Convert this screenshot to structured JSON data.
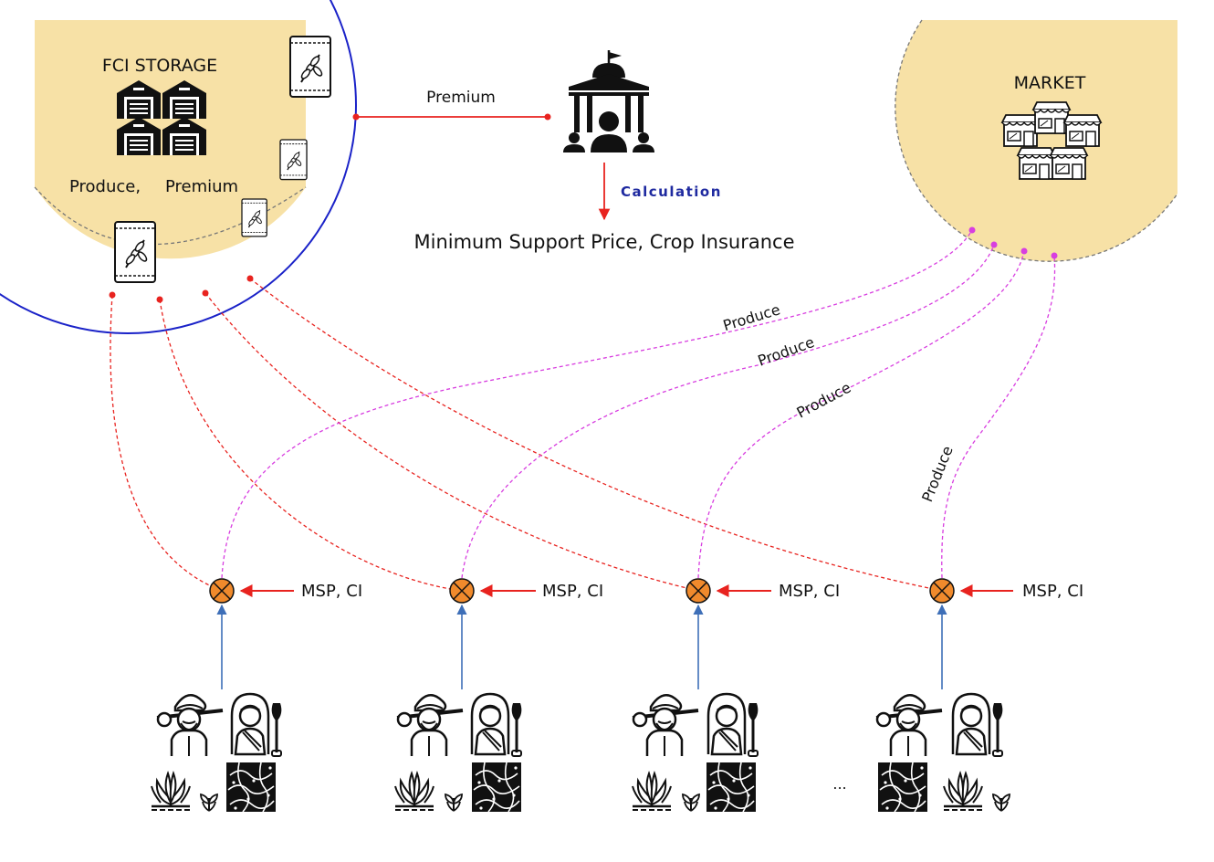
{
  "colors": {
    "storage_fill": "#f7e1a6",
    "outer_ring": "#1a22c8",
    "msp_flow": "#e8231f",
    "produce_flow": "#d83ee0",
    "farmer_arrow": "#3e6fb8",
    "node_fill": "#f08a2c",
    "calc_text": "#1f2aa0"
  },
  "storage": {
    "title": "FCI STORAGE",
    "produce_label": "Produce,",
    "premium_label": "Premium"
  },
  "market": {
    "title": "MARKET"
  },
  "government": {
    "premium_label": "Premium",
    "calculation_label": "Calculation",
    "output_label": "Minimum Support Price, Crop Insurance"
  },
  "nodes": [
    {
      "msp_label": "MSP, CI",
      "produce_label": "Produce"
    },
    {
      "msp_label": "MSP, CI",
      "produce_label": "Produce"
    },
    {
      "msp_label": "MSP, CI",
      "produce_label": "Produce"
    },
    {
      "msp_label": "MSP, CI",
      "produce_label": "Produce"
    }
  ],
  "ellipsis": "...",
  "icons": [
    "warehouse-icon",
    "grain-sack-icon",
    "government-building-icon",
    "shop-icon",
    "farmer-man-icon",
    "farmer-woman-icon",
    "shovel-icon",
    "crop-icon",
    "sprout-icon",
    "soil-field-icon",
    "multiply-node-icon"
  ]
}
